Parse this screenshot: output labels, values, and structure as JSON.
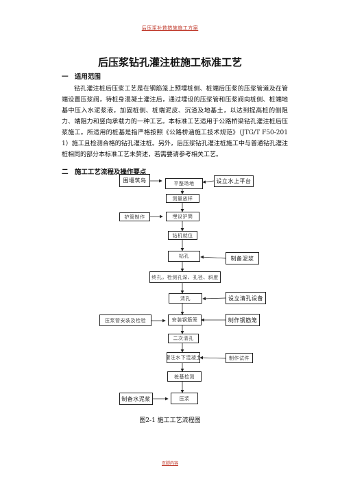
{
  "header": "后压浆补救措施施工方案",
  "title": "后压浆钻孔灌注桩施工标准工艺",
  "section1": {
    "num": "一",
    "heading": "适用范围"
  },
  "paragraph": "钻孔灌注桩后压浆工艺是在钢筋笼上预埋桩侧、桩端后压浆的压浆管道及在管端设置压浆阀，待桩身混凝土灌注后，通过埋设的压浆管和压浆阀向桩侧、桩端地基中压入水泥浆液，加固桩侧、桩端泥皮、沉渣及地基土，以达到提高桩的侧阻力、端阻力和竖向承载力的一种工艺。本标准工艺适用于公路桥梁钻孔灌注桩后压浆施工。所适用的桩基是指严格按照《公路桥涵施工技术规范》（JTG/T F50-2011）施工且检测合格的钻孔灌注桩。另外，后压浆钻孔灌注桩施工中与普通钻孔灌注桩相同的部分本标准工艺未赘述，若需要请参考相关工艺。",
  "section2": {
    "num": "二",
    "heading": "施工工艺流程及操作要点"
  },
  "flow": {
    "left_top": "围堰筑岛",
    "s1": "平整场地",
    "right_top": "设立水上平台",
    "s2": "测量放样",
    "left2": "护筒制作",
    "s3": "埋设护筒",
    "s4": "钻机就位",
    "s5": "钻孔",
    "right5": "制备泥浆",
    "s6": "终孔，检测孔深、孔径、斜度",
    "s7": "清孔",
    "right7": "设立清孔设备",
    "left8": "压浆管安装及检验",
    "s8": "安装钢筋笼",
    "right8": "制作钢筋笼",
    "s9": "二次清孔",
    "s10": "灌注水下混凝土",
    "right10": "制作试件",
    "s11": "桩基检测",
    "left12": "制备水泥浆",
    "s12": "压浆"
  },
  "caption": "图2-1  施工工艺流程图",
  "footer": "页脚内容"
}
